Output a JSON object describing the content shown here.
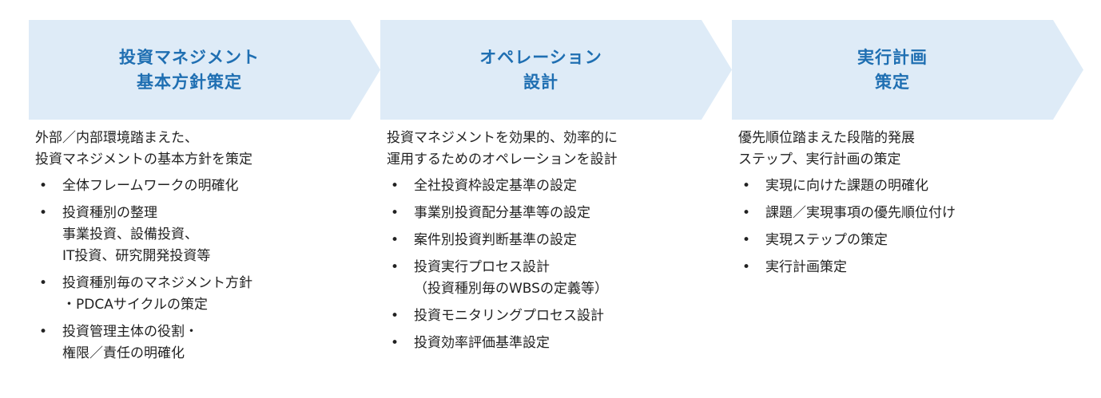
{
  "colors": {
    "chevron_fill": "#deebf7",
    "title_text": "#1f6fb2",
    "body_text": "#222222"
  },
  "steps": [
    {
      "title": [
        "投資マネジメント",
        "基本方針策定"
      ],
      "intro": [
        "外部／内部環境踏まえた、",
        "投資マネジメントの基本方針を策定"
      ],
      "bullets": [
        [
          "全体フレームワークの明確化"
        ],
        [
          "投資種別の整理",
          "事業投資、設備投資、",
          "IT投資、研究開発投資等"
        ],
        [
          "投資種別毎のマネジメント方針",
          "・PDCAサイクルの策定"
        ],
        [
          "投資管理主体の役割・",
          "権限／責任の明確化"
        ]
      ]
    },
    {
      "title": [
        "オペレーション",
        "設計"
      ],
      "intro": [
        "投資マネジメントを効果的、効率的に",
        "運用するためのオペレーションを設計"
      ],
      "bullets": [
        [
          "全社投資枠設定基準の設定"
        ],
        [
          "事業別投資配分基準等の設定"
        ],
        [
          "案件別投資判断基準の設定"
        ],
        [
          "投資実行プロセス設計",
          "（投資種別毎のWBSの定義等）"
        ],
        [
          "投資モニタリングプロセス設計"
        ],
        [
          "投資効率評価基準設定"
        ]
      ]
    },
    {
      "title": [
        "実行計画",
        "策定"
      ],
      "intro": [
        "優先順位踏まえた段階的発展",
        "ステップ、実行計画の策定"
      ],
      "bullets": [
        [
          "実現に向けた課題の明確化"
        ],
        [
          "課題／実現事項の優先順位付け"
        ],
        [
          "実現ステップの策定"
        ],
        [
          "実行計画策定"
        ]
      ]
    }
  ],
  "bullet_marker": "•"
}
